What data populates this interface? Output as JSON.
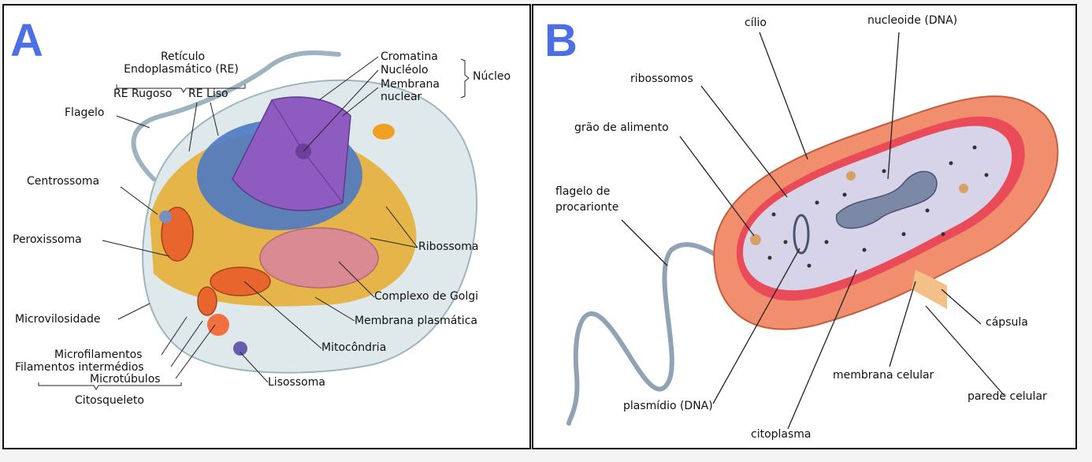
{
  "panel_a": {
    "letter": "A",
    "labels": {
      "reticulo": "Retículo",
      "endoplasmatico": "Endoplasmático (RE)",
      "re_rugoso": "RE Rugoso",
      "re_liso": "RE Liso",
      "flagelo": "Flagelo",
      "centrossoma": "Centrossoma",
      "peroxissoma": "Peroxissoma",
      "microvilosidade": "Microvilosidade",
      "microfilamentos": "Microfilamentos",
      "filamentos_intermedios": "Filamentos intermédios",
      "microtubulos": "Microtúbulos",
      "citosqueleto": "Citosqueleto",
      "cromatina": "Cromatina",
      "nucleolo": "Nucléolo",
      "membrana_nuclear_1": "Membrana",
      "membrana_nuclear_2": "nuclear",
      "nucleo": "Núcleo",
      "ribossoma": "Ribossoma",
      "complexo_golgi": "Complexo de Golgi",
      "membrana_plasmatica": "Membrana plasmática",
      "mitocondria": "Mitocôndria",
      "lisossoma": "Lisossoma"
    }
  },
  "panel_b": {
    "letter": "B",
    "labels": {
      "cilio": "cílio",
      "nucleoide": "nucleoide (DNA)",
      "ribossomos": "ribossomos",
      "grao_alimento": "grão de alimento",
      "flagelo_1": "flagelo de",
      "flagelo_2": "procarionte",
      "capsula": "cápsula",
      "membrana_celular": "membrana celular",
      "parede_celular": "parede celular",
      "plasmidio": "plasmídio (DNA)",
      "citoplasma": "citoplasma"
    }
  },
  "colors": {
    "letter_blue": "#4d6fe6",
    "nucleus_purple": "#8e5cc0",
    "er_blue": "#4c79c4",
    "cytoplasm_yellow": "#e5b54a",
    "golgi_pink": "#d98a93",
    "mitochondria_orange": "#e8662e",
    "capsule_salmon": "#f08e6e",
    "bacterial_cytoplasm": "#d7d4ea"
  }
}
